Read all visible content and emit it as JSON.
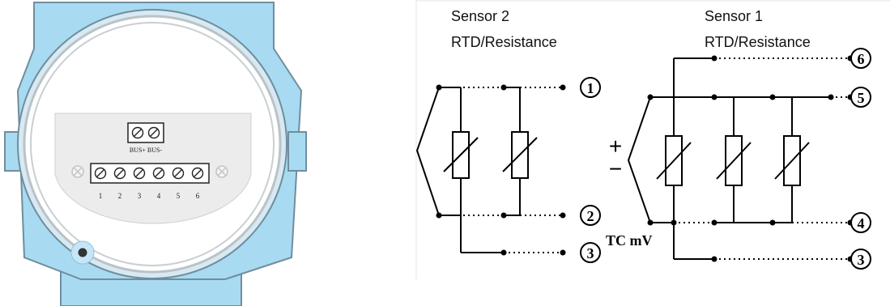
{
  "colors": {
    "housing": "#a8daf2",
    "housing_stroke": "#6f8e9c",
    "plate": "#ececec",
    "wire": "#000000"
  },
  "transmitter": {
    "bus_label": "BUS+ BUS-",
    "terminal_numbers": [
      "1",
      "2",
      "3",
      "4",
      "5",
      "6"
    ],
    "icons": [
      "screw-terminal-icon",
      "mounting-screw-icon",
      "led-indicator-icon"
    ]
  },
  "wiring": {
    "sensor2": {
      "title": "Sensor 2",
      "subtitle": "RTD/Resistance"
    },
    "sensor1": {
      "title": "Sensor 1",
      "subtitle": "RTD/Resistance"
    },
    "tc_label": "TC mV",
    "polarity_plus": "+",
    "polarity_minus": "−",
    "left_terminals": [
      "1",
      "2",
      "3"
    ],
    "right_terminals": [
      "6",
      "5",
      "4",
      "3"
    ]
  }
}
